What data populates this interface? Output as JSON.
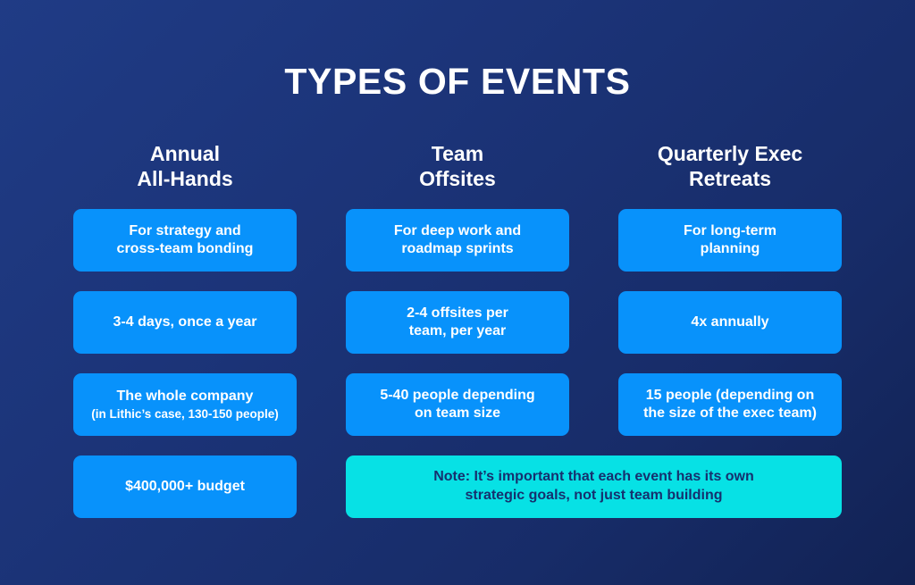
{
  "title": "TYPES OF EVENTS",
  "theme": {
    "background_top_left": "#1d3780",
    "background_bottom_right": "#111d48",
    "card_blue": "#0892fb",
    "card_cyan": "#07e1e5",
    "card_text": "#ffffff",
    "note_text": "#16306e",
    "title_text": "#ffffff"
  },
  "columns": [
    {
      "header_line1": "Annual",
      "header_line2": "All-Hands"
    },
    {
      "header_line1": "Team",
      "header_line2": "Offsites"
    },
    {
      "header_line1": "Quarterly Exec",
      "header_line2": "Retreats"
    }
  ],
  "rows": [
    {
      "cells": [
        {
          "line1": "For strategy and",
          "line2": "cross-team bonding"
        },
        {
          "line1": "For deep work and",
          "line2": "roadmap sprints"
        },
        {
          "line1": "For long-term",
          "line2": "planning"
        }
      ]
    },
    {
      "cells": [
        {
          "line1": "3-4 days, once a year",
          "line2": ""
        },
        {
          "line1": "2-4 offsites per",
          "line2": "team, per year"
        },
        {
          "line1": "4x annually",
          "line2": ""
        }
      ]
    },
    {
      "cells": [
        {
          "line1": "The whole company",
          "line2": "",
          "subline": "(in Lithic’s case, 130-150 people)"
        },
        {
          "line1": "5-40 people depending",
          "line2": "on team size"
        },
        {
          "line1": "15 people (depending on",
          "line2": "the size of the exec team)"
        }
      ]
    }
  ],
  "footer_row": {
    "budget_card": {
      "line1": "$400,000+ budget"
    },
    "note_card": {
      "line1": "Note: It’s important that each event has its own",
      "line2": "strategic goals, not just team building"
    }
  }
}
